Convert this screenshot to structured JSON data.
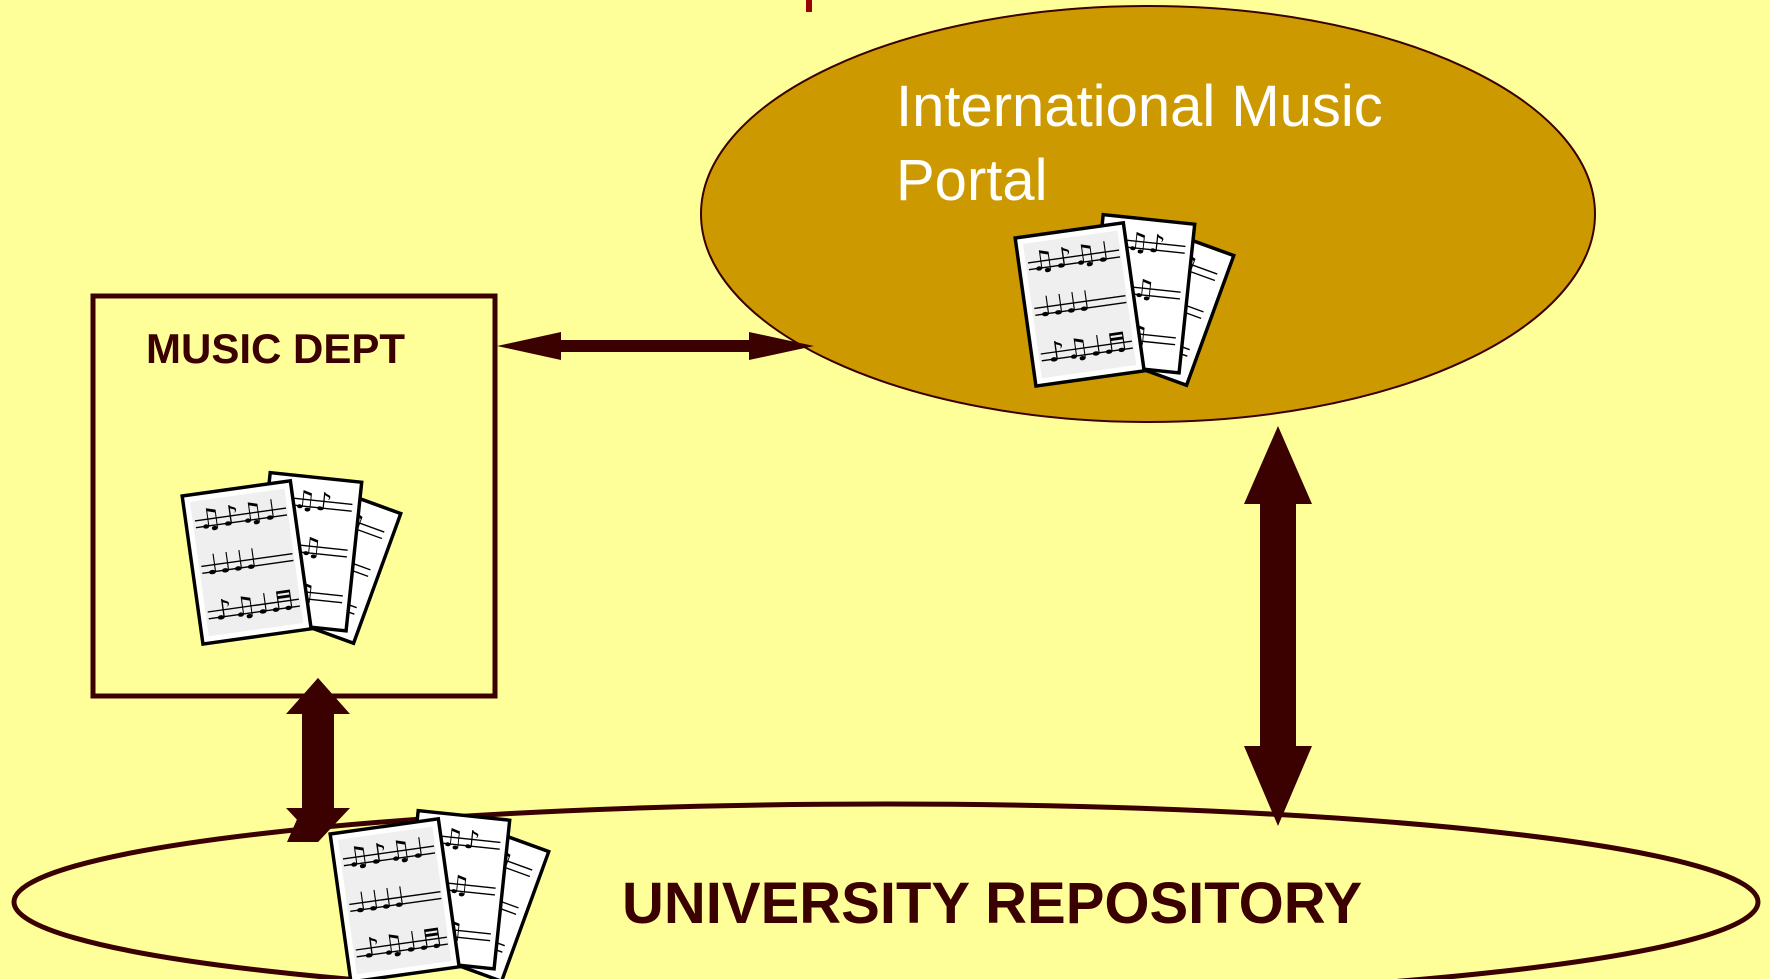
{
  "colors": {
    "background": "#FFFF99",
    "portal_fill": "#CC9900",
    "stroke": "#3B0000",
    "dark_text": "#3B0000",
    "light_text": "#FFFFFF",
    "sheet_paper": "#FFFFFF",
    "sheet_shadow": "#D8D8D8"
  },
  "portal": {
    "title": "International Music Portal",
    "icon": "sheet-music-icon"
  },
  "music_dept": {
    "label": "MUSIC DEPT",
    "icon": "sheet-music-icon"
  },
  "repository": {
    "label": "UNIVERSITY REPOSITORY",
    "icon": "sheet-music-icon"
  },
  "connections": [
    {
      "from": "MUSIC DEPT",
      "to": "International Music Portal",
      "direction": "bidirectional"
    },
    {
      "from": "MUSIC DEPT",
      "to": "UNIVERSITY REPOSITORY",
      "direction": "bidirectional"
    },
    {
      "from": "International Music Portal",
      "to": "UNIVERSITY REPOSITORY",
      "direction": "bidirectional"
    }
  ]
}
